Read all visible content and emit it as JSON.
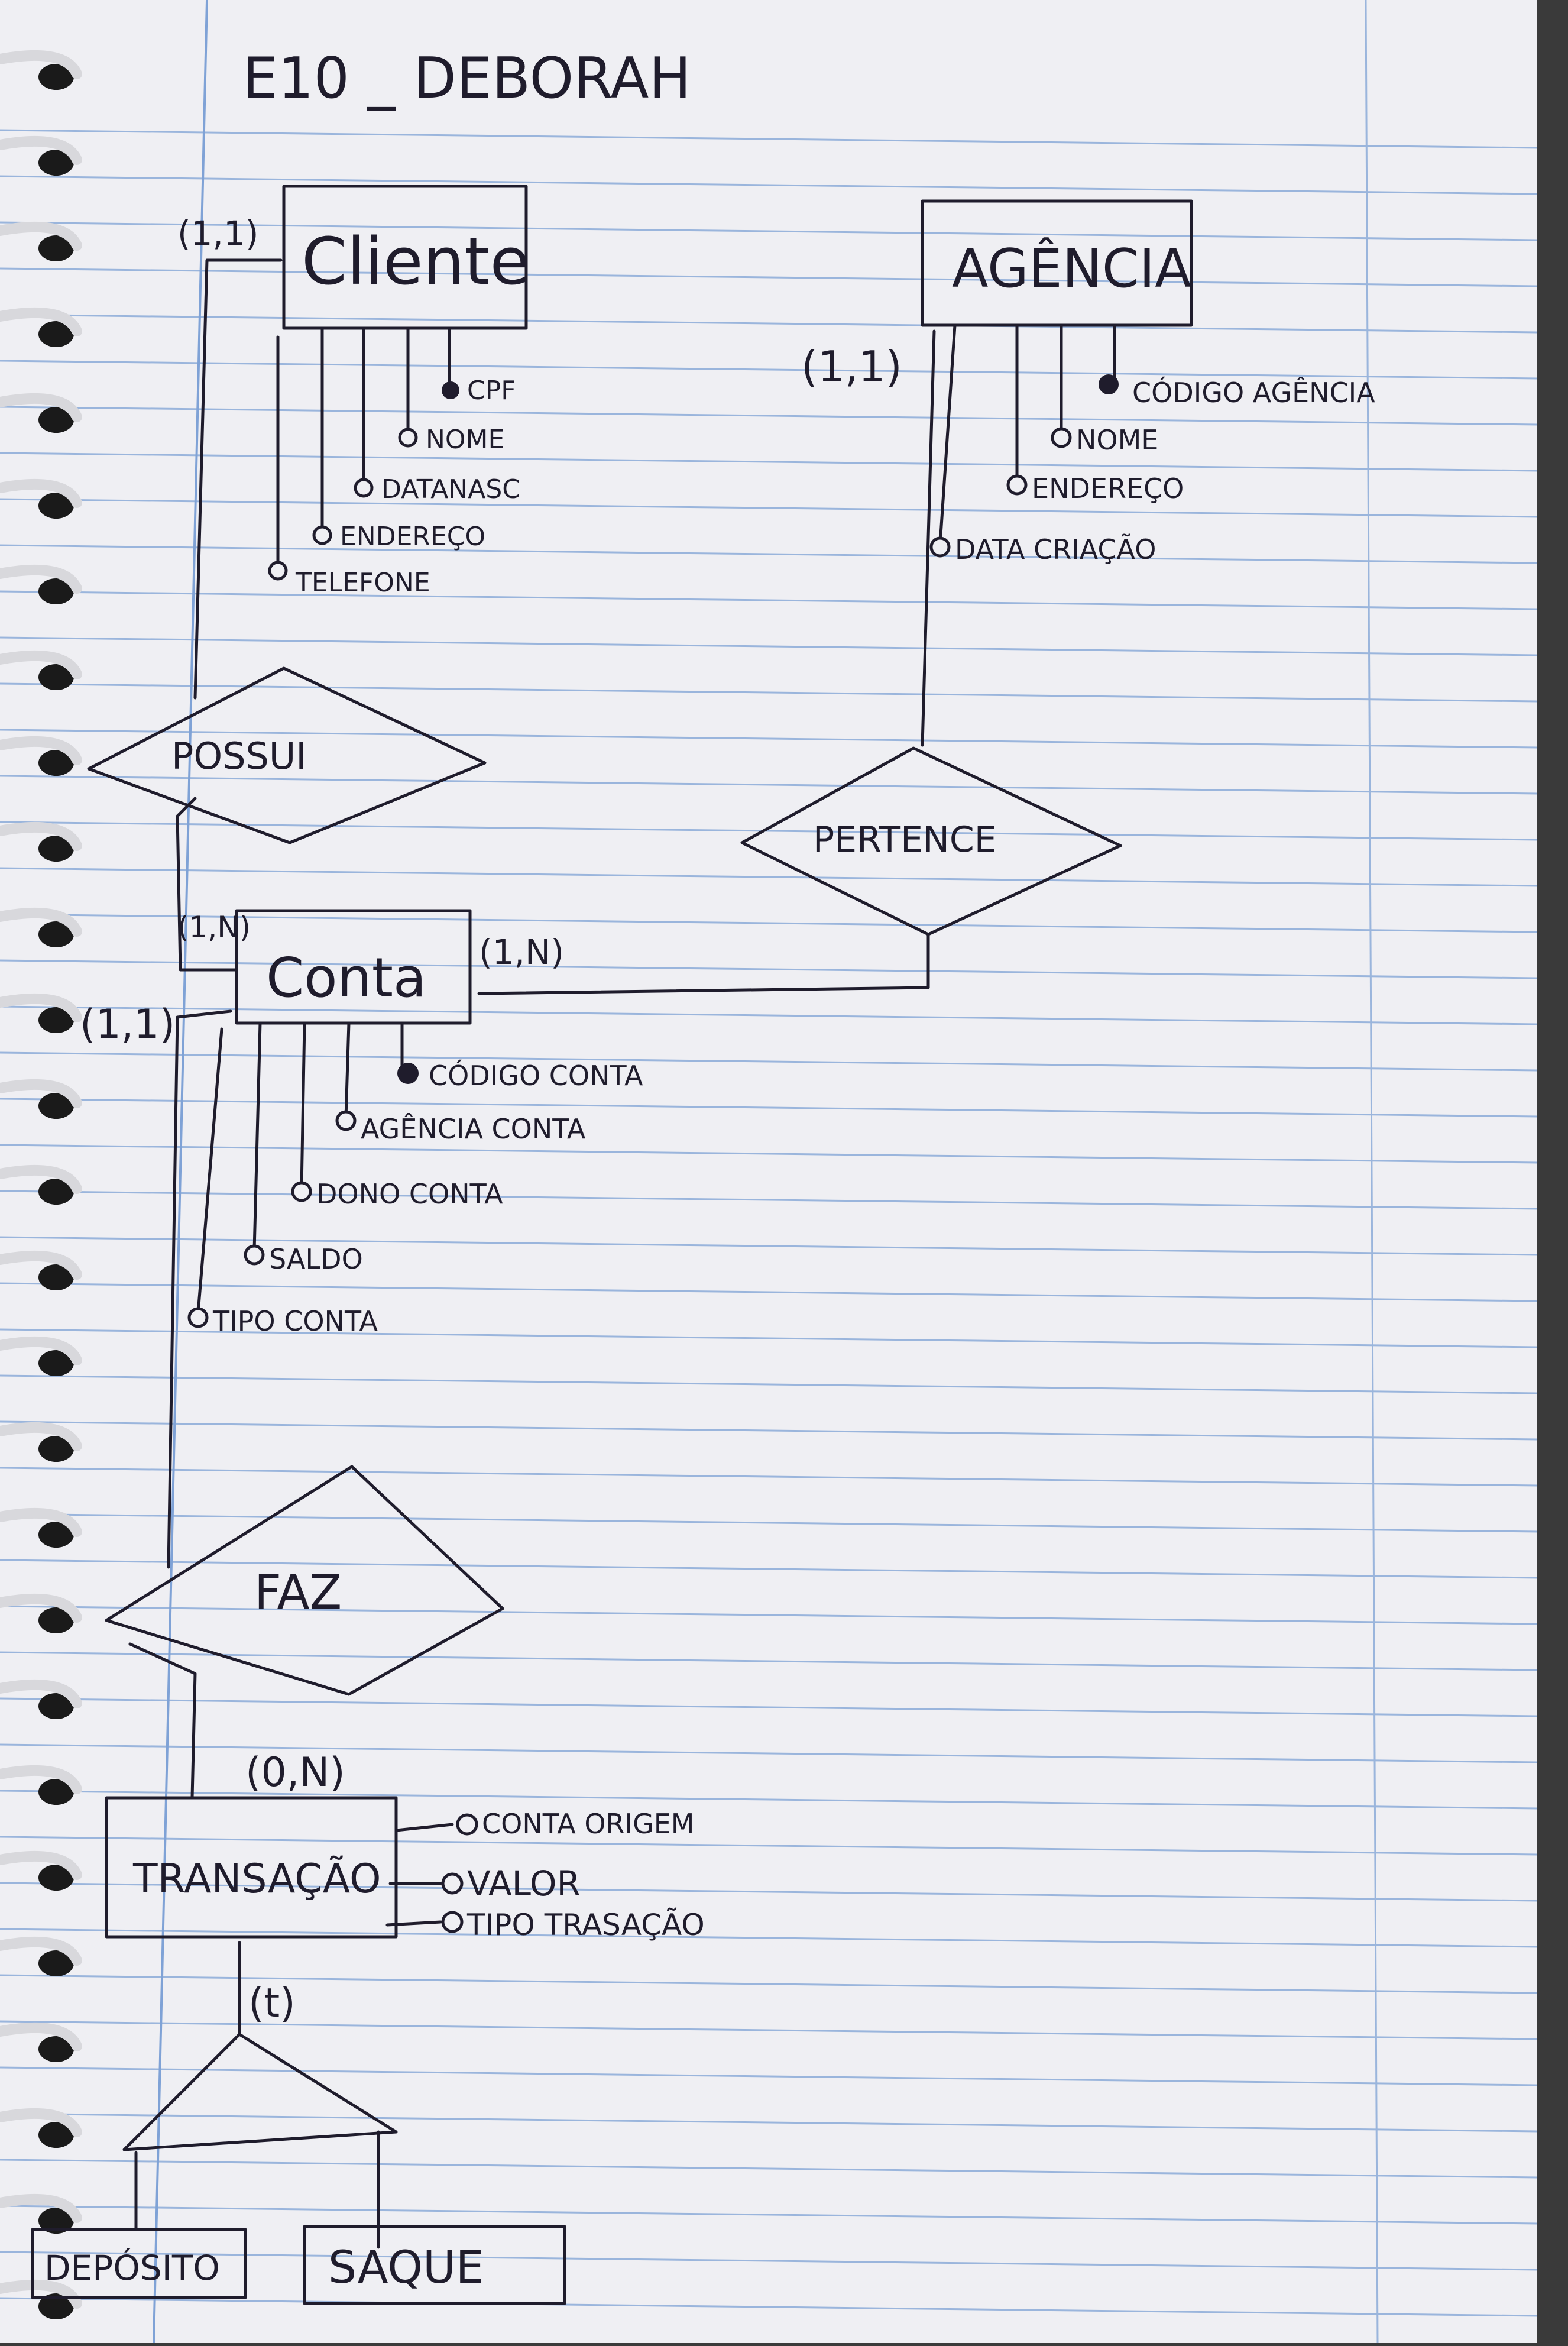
{
  "title": "E10 _ DEBORAH",
  "colors": {
    "paper": "#efeff3",
    "rule_line": "#9ab5dc",
    "margin_line": "#7fa2d6",
    "ink": "#1f1c2c",
    "spiral": "#d8d8dc",
    "background": "#3a3a3a"
  },
  "entities": {
    "cliente": {
      "label": "Cliente",
      "attributes": [
        "CPF",
        "NOME",
        "DATANASC",
        "ENDEREÇO",
        "TELEFONE"
      ],
      "key": "CPF"
    },
    "agencia": {
      "label": "AGÊNCIA",
      "attributes": [
        "CÓDIGO AGÊNCIA",
        "NOME",
        "ENDEREÇO",
        "DATA CRIAÇÃO"
      ],
      "key": "CÓDIGO AGÊNCIA"
    },
    "conta": {
      "label": "Conta",
      "attributes": [
        "CÓDIGO CONTA",
        "AGÊNCIA CONTA",
        "DONO CONTA",
        "SALDO",
        "TIPO CONTA"
      ],
      "key": "CÓDIGO CONTA"
    },
    "transacao": {
      "label": "TRANSAÇÃO",
      "attributes": [
        "CONTA ORIGEM",
        "VALOR",
        "TIPO TRASAÇÃO"
      ]
    },
    "deposito": {
      "label": "DEPÓSITO"
    },
    "saque": {
      "label": "SAQUE"
    }
  },
  "relationships": {
    "possui": {
      "label": "POSSUI"
    },
    "pertence": {
      "label": "PERTENCE"
    },
    "faz": {
      "label": "FAZ"
    }
  },
  "cardinalities": {
    "cliente_possui": "(1,1)",
    "conta_possui": "(1,N)",
    "agencia_pertence": "(1,1)",
    "conta_pertence": "(1,N)",
    "conta_faz": "(1,1)",
    "transacao_faz": "(0,N)",
    "specialization": "(t)"
  }
}
